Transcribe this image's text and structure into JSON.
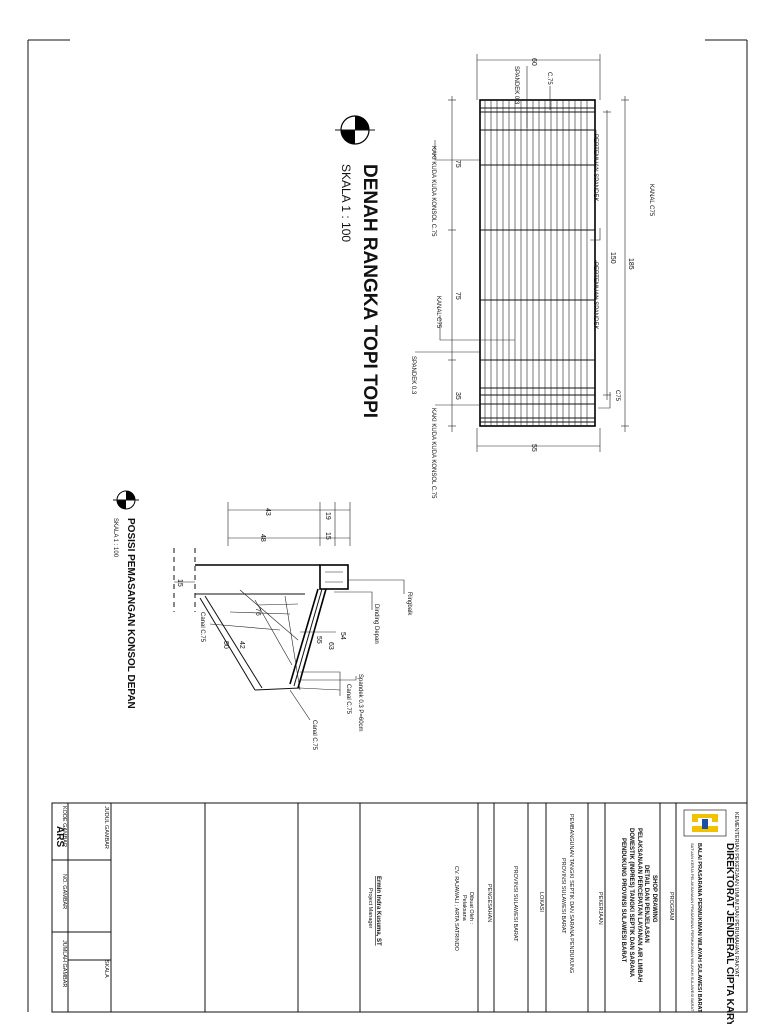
{
  "plan": {
    "title": "DENAH RANGKA TOPI TOPI",
    "scale": "SKALA 1 : 100",
    "labels": {
      "spandek_top": "SPANDEK 0.3",
      "c75_top": "C.75",
      "pertemuan1": "PERTEMUAN SPANDEK",
      "kanal_c75_top": "KANAL C75",
      "pertemuan2": "PERTEMUAN SPANDEK",
      "c75_side": "C75",
      "kaki_kuda1": "KAKI KUDA KUDA KONSOL C.75",
      "kanal_c75_mid": "KANAL C75",
      "spandek_bottom": "SPANDEK 0.3",
      "kaki_kuda2": "KAKI KUDA KUDA KONSOL C.75"
    },
    "dims": {
      "d60": "60",
      "d75a": "75",
      "d75b": "75",
      "d35": "35",
      "d185": "185",
      "d150": "150",
      "d55": "55"
    }
  },
  "section": {
    "title": "POSISI PEMASANGAN KONSOL DEPAN",
    "scale": "SKALA 1 : 100",
    "labels": {
      "ringbalk": "Ringbalk",
      "dinding": "Dinding Depan",
      "spandek": "Spandek 0.3 P=60cm",
      "canal1": "Canal C.75",
      "canal2": "Canal C.75",
      "canal3": "Canal C.75"
    },
    "dims": {
      "d15a": "15",
      "d15b": "15",
      "d19": "19",
      "d43": "43",
      "d48": "48",
      "d76": "76",
      "d42": "42",
      "d50": "50",
      "d55": "55",
      "d54": "54",
      "d63": "63"
    }
  },
  "titleblock": {
    "ministry": "KEMENTERIAN PEKERJAAN UMUM DAN PERUMAHAN RAKYAT",
    "directorate": "DIREKTORAT JENDERAL CIPTA KARYA",
    "balai": "BALAI PRASARANA PERMUKIMAN WILAYAH SULAWESI BARAT",
    "balai_sub": "SATUAN KERJA PELAKSANAAN PRASARANA PERMUKIMAN WILAYAH SULAWESI BARAT",
    "program_label": "PROGRAM",
    "program_value1": "SHOP DRAWING",
    "program_value2": "DETAIL DAN PENJELASAN",
    "pekerjaan_label": "PEKERJAAN",
    "pekerjaan_value1": "PELAKSANAAN PERCEPATAN LAYANAN AIR LIMBAH",
    "pekerjaan_value2": "DOMESTIK (INPRES) TANGKI SEPTIK DAN SARANA",
    "pekerjaan_value3": "PENDUKUNG PROVINSI SULAWESI BARAT",
    "project1": "PEMBANGUNAN TANGKI SEPTIK DAN SARANA PENDUKUNG",
    "project2": "PROVINSI SULAWESI BARAT",
    "lokasi_label": "LOKASI",
    "lokasi_value": "PROVINSI SULAWESI BARAT",
    "pengesahan_label": "PENGESAHAN",
    "dibuat_label": "Dibuat Oleh :",
    "pelaksana": "Pelaksana",
    "company": "CV. RAJAWALI ; ARTA SATRINDO",
    "person": "Ermin Indra Kusuma, ST",
    "role": "Project Manager",
    "judul_label": "JUDUL GAMBAR",
    "skala_label": "SKALA",
    "kode_label": "KODE GAMBAR",
    "kode_value": "ARS",
    "no_label": "NO. GAMBAR",
    "jumlah_label": "JUMLAH GAMBAR"
  }
}
